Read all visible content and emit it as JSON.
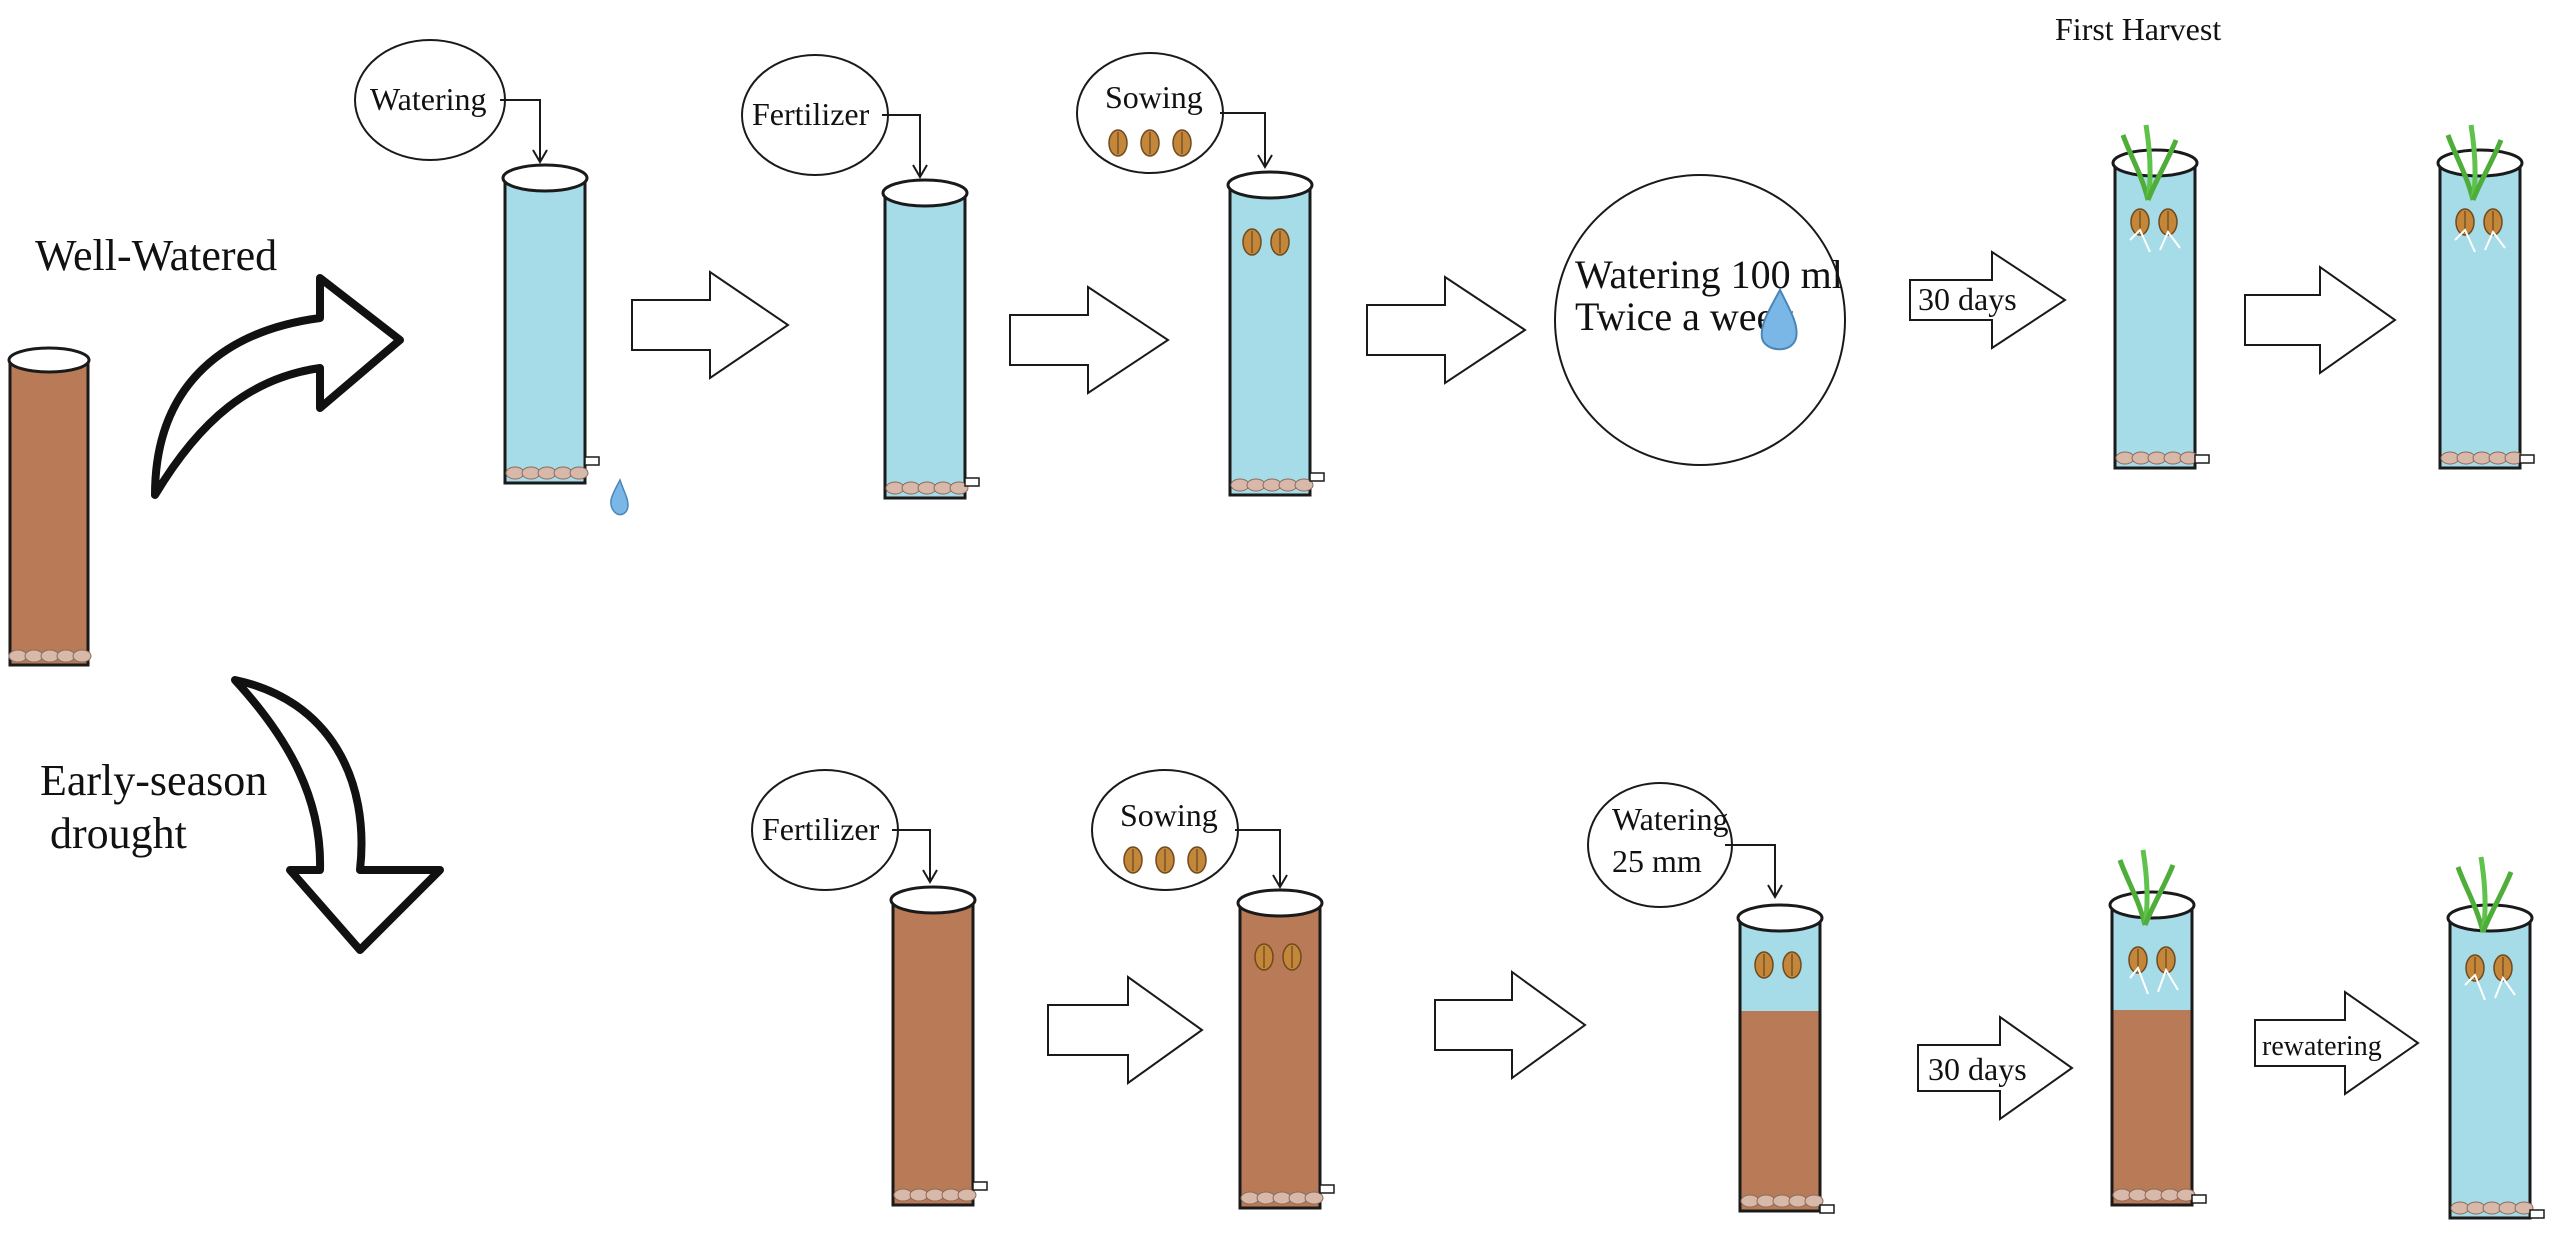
{
  "colors": {
    "soil": "#b97a57",
    "water": "#a6dbe8",
    "pebble": "#d8b8a8",
    "plant": "#5fc24b",
    "seed": "#c4873a",
    "droplet": "#7ab6e6",
    "outline": "#1a1a1a"
  },
  "labels": {
    "well_watered": "Well-Watered",
    "early_drought_line1": "Early-season",
    "early_drought_line2": "drought",
    "first_harvest": "First Harvest"
  },
  "top_row": {
    "watering_bubble": "Watering",
    "fertilizer_bubble": "Fertilizer",
    "sowing_bubble": "Sowing",
    "watering_line1": "Watering 100 ml",
    "watering_line2": "Twice a week",
    "days_arrow": "30 days"
  },
  "bottom_row": {
    "fertilizer_bubble": "Fertilizer",
    "sowing_bubble": "Sowing",
    "watering_line1": "Watering",
    "watering_line2": "25 mm",
    "days_arrow": "30 days",
    "rewatering_arrow": "rewatering"
  },
  "icons": {
    "branch_up": "curved-arrow-up-right-icon",
    "branch_down": "curved-arrow-down-icon",
    "step": "block-arrow-right-icon",
    "seeds": "seed-icon",
    "droplet": "water-drop-icon",
    "sprout": "plant-sprout-icon"
  }
}
